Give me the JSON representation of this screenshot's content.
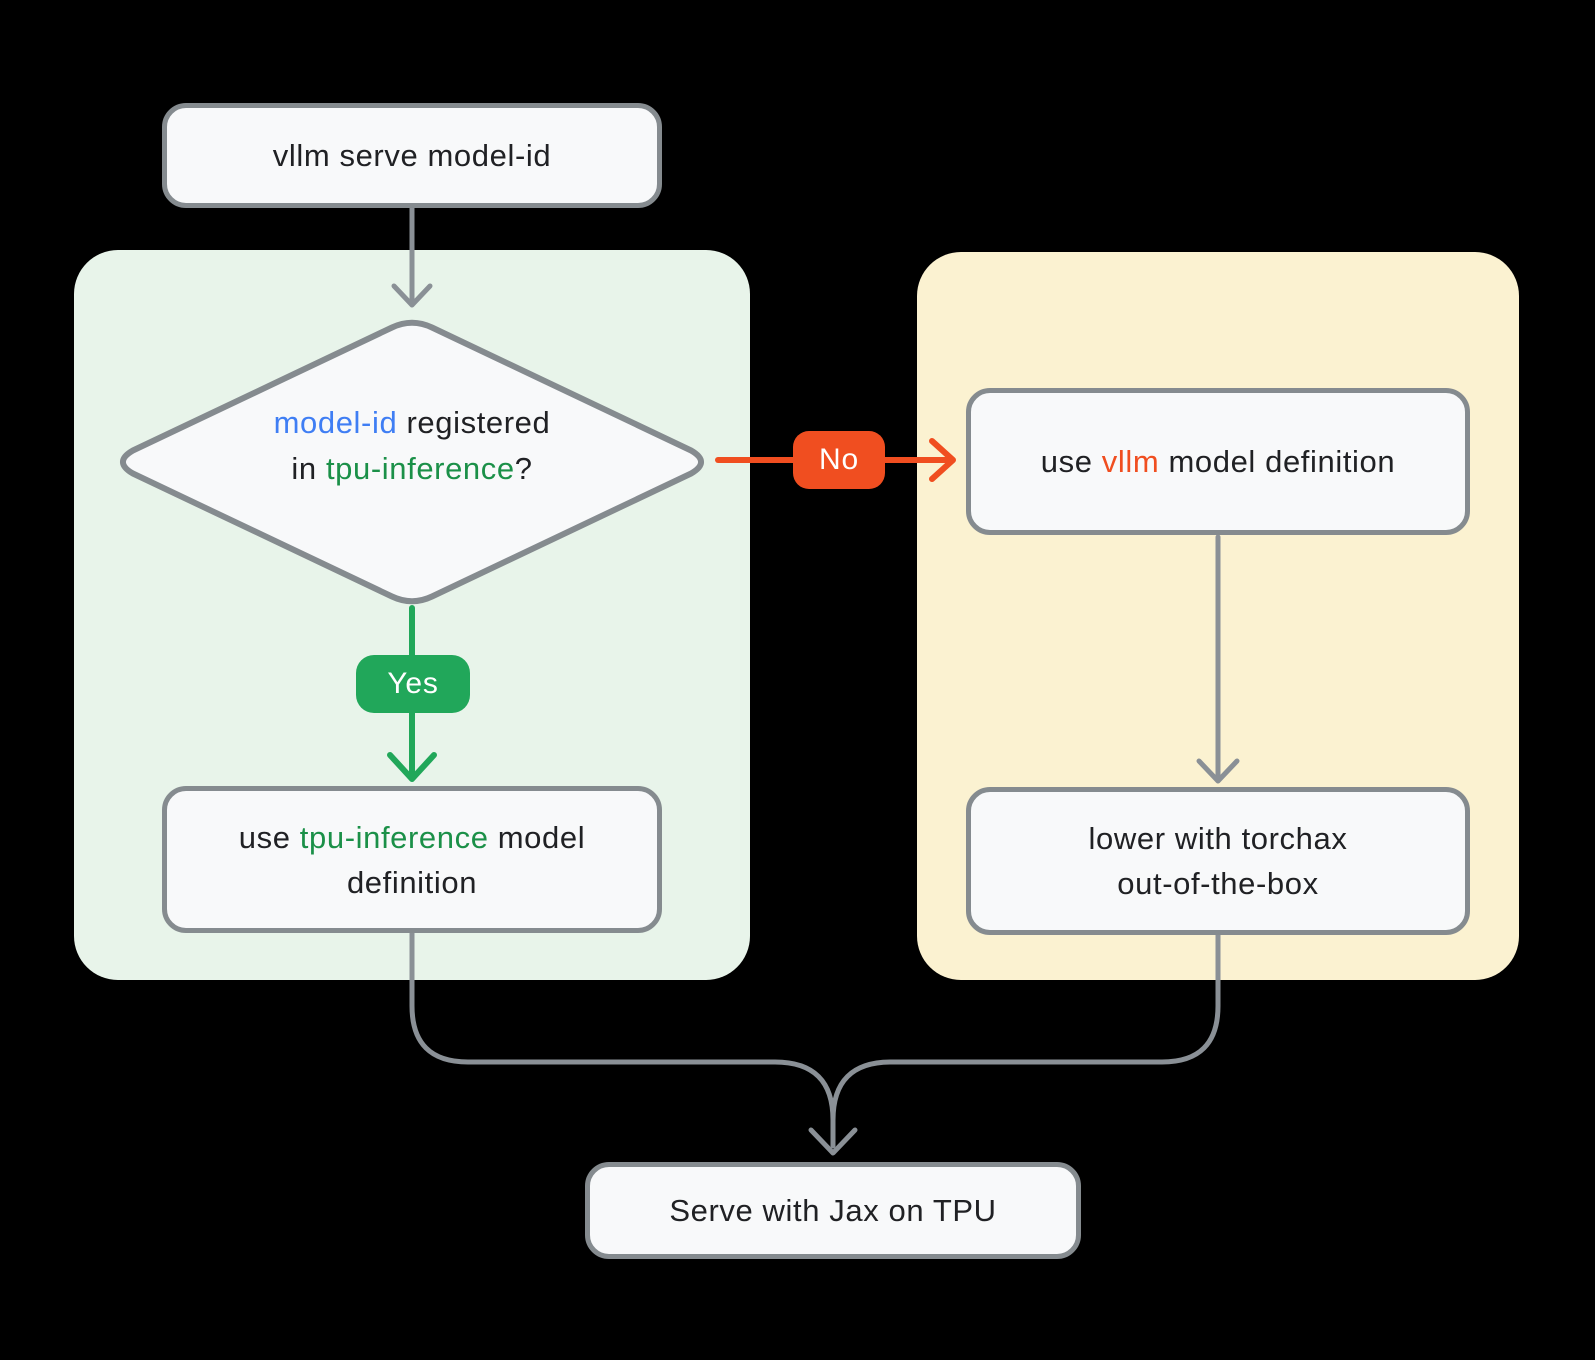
{
  "colors": {
    "background": "#000000",
    "panel_green": "#E8F4EA",
    "panel_yellow": "#FBF2D1",
    "node_fill": "#F8F9FA",
    "node_border": "#858B8F",
    "connector": "#8A9096",
    "text": "#202124",
    "accent_blue": "#3F7EF4",
    "accent_green": "#1B9048",
    "accent_orange": "#F04E20",
    "pill_green": "#21A75A",
    "pill_text": "#FFFFFF"
  },
  "flow": {
    "start": {
      "label": "vllm serve model-id"
    },
    "decision": {
      "blue": "model-id",
      "black1": " registered",
      "black2": "in ",
      "green": "tpu-inference",
      "question": "?"
    },
    "no_label": "No",
    "yes_label": "Yes",
    "use_vllm": {
      "pre": "use ",
      "highlight": "vllm",
      "post": " model definition"
    },
    "lower_torchax": {
      "line1": "lower with torchax",
      "line2": "out-of-the-box"
    },
    "use_tpu": {
      "pre": "use ",
      "highlight": "tpu-inference",
      "post": " model",
      "line2": "definition"
    },
    "serve": {
      "label": "Serve with Jax on TPU"
    }
  }
}
